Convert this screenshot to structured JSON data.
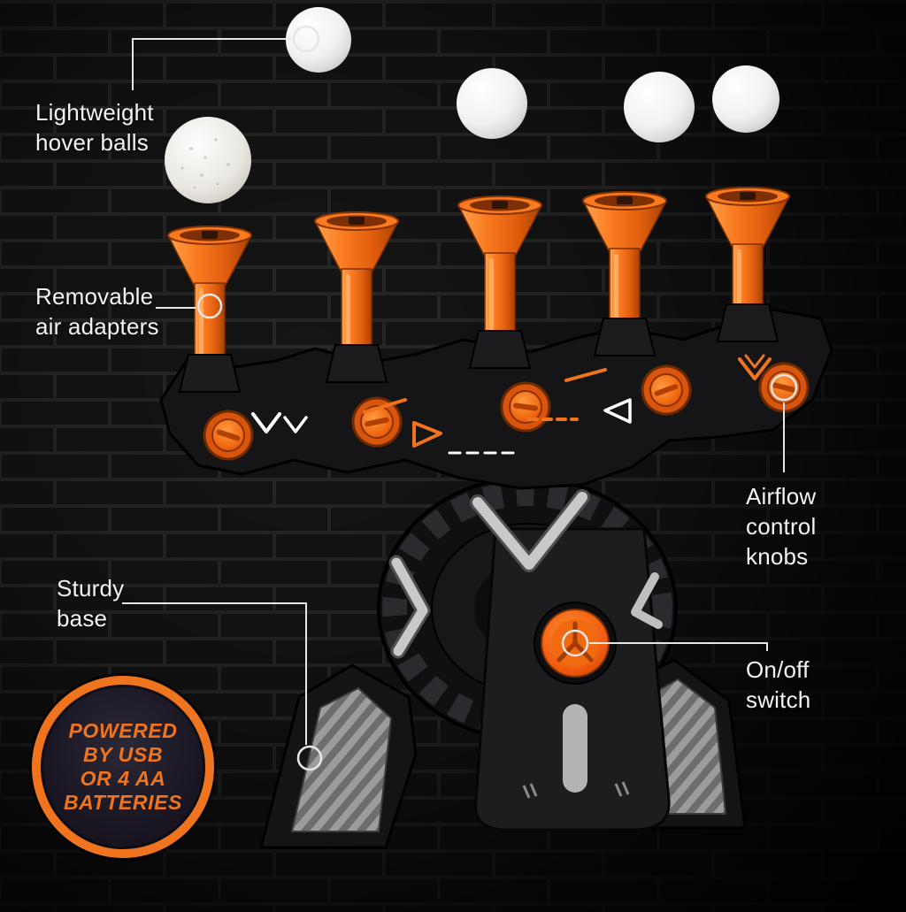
{
  "callouts": {
    "hover_balls": [
      "Lightweight",
      "hover balls"
    ],
    "air_adapters": [
      "Removable",
      "air adapters"
    ],
    "airflow_knobs": [
      "Airflow",
      "control",
      "knobs"
    ],
    "sturdy_base": [
      "Sturdy",
      "base"
    ],
    "on_off": [
      "On/off",
      "switch"
    ]
  },
  "badge": {
    "lines": [
      "POWERED",
      "BY USB",
      "OR 4 AA",
      "BATTERIES"
    ]
  },
  "product": {
    "hover_ball_count": 5,
    "air_adapter_count": 5,
    "airflow_knob_count": 5
  },
  "colors": {
    "accent_orange": "#f0731e",
    "ball_white": "#ffffff",
    "label_text": "#f3f3f3",
    "background": "#0a0a0a"
  }
}
